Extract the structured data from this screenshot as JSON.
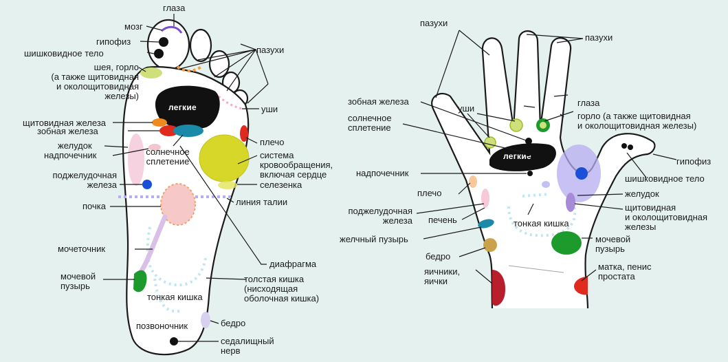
{
  "foot": {
    "glaza": "глаза",
    "mozg": "мозг",
    "gipofiz": "гипофиз",
    "shishkovidnoe": "шишковидное тело",
    "sheya": "шея, горло\n(а также щитовидная\nи околощитовидная\nжелезы)",
    "pazukhi": "пазухи",
    "ushi": "уши",
    "legkie": "легкие",
    "shchitovidnaya": "щитовидная железа",
    "zobnaya": "зобная железа",
    "zheludok": "желудок",
    "nadpochechnik": "надпочечник",
    "solnechnoe": "солнечное\nсплетение",
    "plecho": "плечо",
    "sistema": "система\nкровообращения,\nвключая сердце",
    "podzheludochnaya": "поджелудочная\nжелеза",
    "selezenka": "селезенка",
    "liniya_talii": "линия талии",
    "pochka": "почка",
    "mochetochnik": "мочеточник",
    "diafragma": "диафрагма",
    "mochevoy": "мочевой\nпузырь",
    "tolstaya": "толстая кишка\n(нисходящая\nоболочная кишка)",
    "tonkaya": "тонкая кишка",
    "pozvonochnik": "позвоночник",
    "bedro": "бедро",
    "sedalishchny": "седалищный\nнерв"
  },
  "hand": {
    "pazukhi_left": "пазухи",
    "pazukhi_right": "пазухи",
    "zobnaya": "зобная железа",
    "ushi": "уши",
    "glaza": "глаза",
    "solnechnoe": "солнечное\nсплетение",
    "gorlo": "горло (а также щитовидная\nи околощитовидная железы)",
    "legkie": "легкие",
    "gipofiz": "гипофиз",
    "shishkovidnoe": "шишковидное тело",
    "nadpochechnik": "надпочечник",
    "plecho": "плечо",
    "zheludok": "желудок",
    "podzheludochnaya": "поджелудочная\nжелеза",
    "shchitovidnaya": "щитовидная\nи околощитовидная\nжелезы",
    "pechen": "печень",
    "tonkaya": "тонкая кишка",
    "zhelchny": "желчный пузырь",
    "mochevoy": "мочевой\nпузырь",
    "bedro": "бедро",
    "yaichniki": "яичники,\nяички",
    "matka": "матка, пенис\nпростата"
  },
  "colors": {
    "background": "#e5f1ee",
    "outline": "#1a1a1a",
    "red": "#c21f2c",
    "green": "#1d9a2c",
    "yellow": "#d7d72a",
    "orange": "#f08a1e",
    "blue": "#1a4fd8",
    "teal": "#1a8aa8",
    "pink": "#f4a9c6",
    "lavender": "#b5aef0",
    "purple": "#a78ad8",
    "dotted": "#bfe6f2"
  }
}
